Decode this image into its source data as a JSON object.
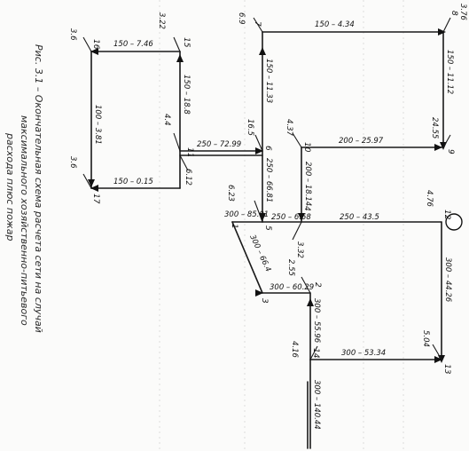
{
  "caption": {
    "line1": "Рис. 3.1 – Окончательная схема расчета сети на случай",
    "line2": "максимального хозяйственно-питьевого",
    "line3": "расхода плюс пожар"
  },
  "nodes": {
    "n1": "1",
    "n2": "2",
    "n3": "3",
    "n4": "4",
    "n5": "5",
    "n6": "6",
    "n7": "7",
    "n8": "8",
    "n9": "9",
    "n10": "10",
    "n11": "11",
    "n12": "12",
    "n13": "13",
    "n14": "14",
    "n15": "15",
    "n16": "16",
    "n17": "17"
  },
  "pipes": {
    "p7_8": "150 – 4.34",
    "p8_9": "150 – 11.12",
    "p7_6": "150 – 11.33",
    "p6_11": "250 – 72.99",
    "p10_9": "200 – 25.97",
    "p6_5": "250 – 66.81",
    "p10_4": "200 – 18.14",
    "p5_4": "250 – 6.58",
    "p4_12": "250 – 43.5",
    "p12_13": "300 – 44.26",
    "p1_5": "300 – 85.01",
    "p1_3": "300 – 66.4",
    "p3_2": "300 – 60.29",
    "p2_14": "300 – 55.96",
    "p14_13": "300 – 53.34",
    "p14_in": "300 – 140.44",
    "p15_16": "150 – 7.46",
    "p15_11": "150 – 18.8",
    "p16_17": "100 – 3.81",
    "p17_11": "150 – 0.15"
  },
  "flows": {
    "q7": "6.9",
    "q8": "3.76",
    "q9": "24.55",
    "q10": "4.37",
    "q6": "16.5",
    "q11": "4.4",
    "q11b": "6.12",
    "q5": "6.23",
    "q4": "3.32",
    "q12": "4.76",
    "q2": "2.55",
    "q13": "5.04",
    "q14": "4.16",
    "q15": "3.22",
    "q16": "3.6",
    "q17": "3.6"
  }
}
